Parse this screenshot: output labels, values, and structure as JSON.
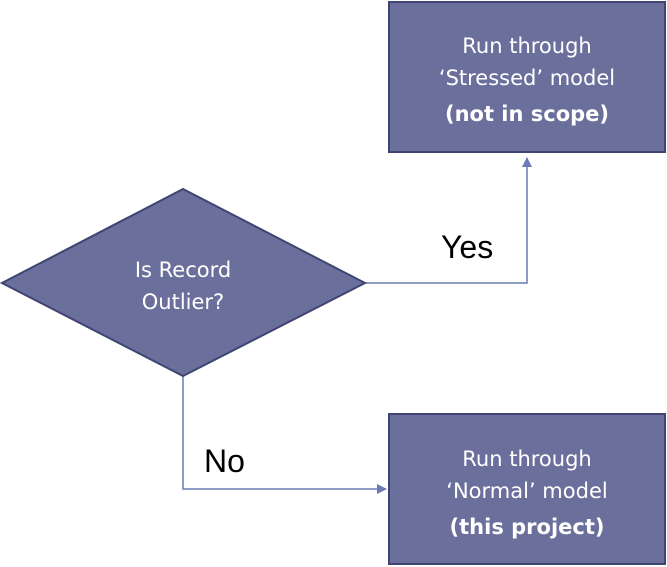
{
  "colors": {
    "node_fill": "#6b6f9b",
    "node_border": "#3f4570",
    "connector": "#6b7cb5",
    "node_text": "#ffffff",
    "label_text": "#000000"
  },
  "decision": {
    "line1": "Is Record",
    "line2": "Outlier?"
  },
  "stressed_box": {
    "line1": "Run through",
    "line2": "‘Stressed’ model",
    "line3": "(not in scope)"
  },
  "normal_box": {
    "line1": "Run through",
    "line2": "‘Normal’ model",
    "line3": "(this project)"
  },
  "edges": {
    "yes_label": "Yes",
    "no_label": "No"
  }
}
